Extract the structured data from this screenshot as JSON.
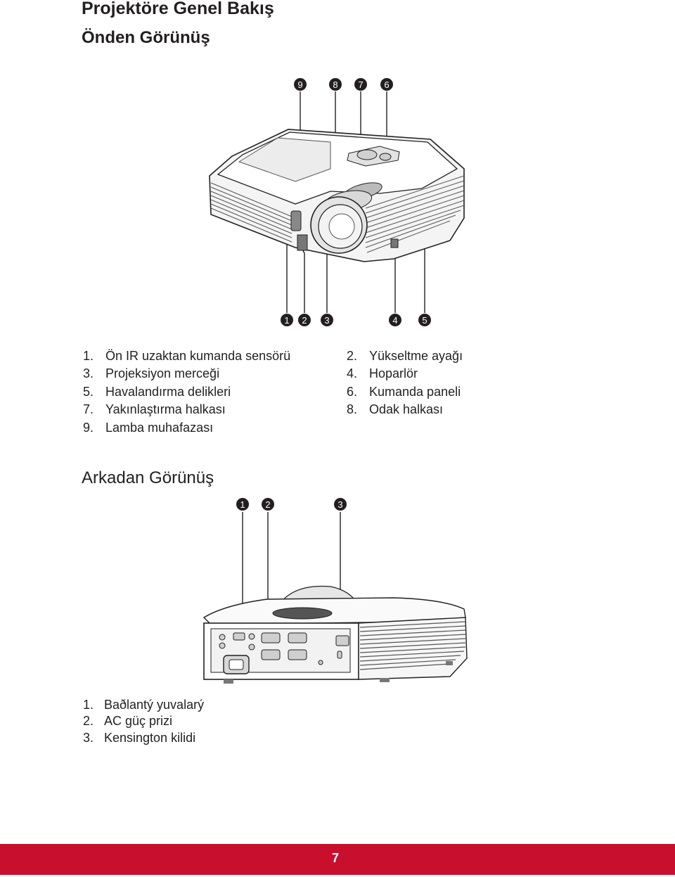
{
  "page": {
    "title": "Projektöre Genel Bakış",
    "page_number": "7",
    "accent_color": "#c8102e"
  },
  "front_view": {
    "heading": "Önden Görünüş",
    "callouts_top": [
      "9",
      "8",
      "7",
      "6"
    ],
    "callouts_bottom": [
      "1",
      "2",
      "3",
      "4",
      "5"
    ],
    "legend_left": [
      {
        "num": "1.",
        "label": "Ön IR uzaktan kumanda sensörü"
      },
      {
        "num": "3.",
        "label": "Projeksiyon merceği"
      },
      {
        "num": "5.",
        "label": "Havalandırma delikleri"
      },
      {
        "num": "7.",
        "label": "Yakınlaştırma halkası"
      },
      {
        "num": "9.",
        "label": "Lamba muhafazası"
      }
    ],
    "legend_right": [
      {
        "num": "2.",
        "label": "Yükseltme ayağı"
      },
      {
        "num": "4.",
        "label": "Hoparlör"
      },
      {
        "num": "6.",
        "label": "Kumanda paneli"
      },
      {
        "num": "8.",
        "label": "Odak halkası"
      }
    ]
  },
  "rear_view": {
    "heading": "Arkadan Görünüş",
    "callouts": [
      "1",
      "2",
      "3"
    ],
    "legend": [
      {
        "num": "1.",
        "label": "Baðlantý yuvalarý"
      },
      {
        "num": "2.",
        "label": "AC güç prizi"
      },
      {
        "num": "3.",
        "label": "Kensington kilidi"
      }
    ]
  }
}
